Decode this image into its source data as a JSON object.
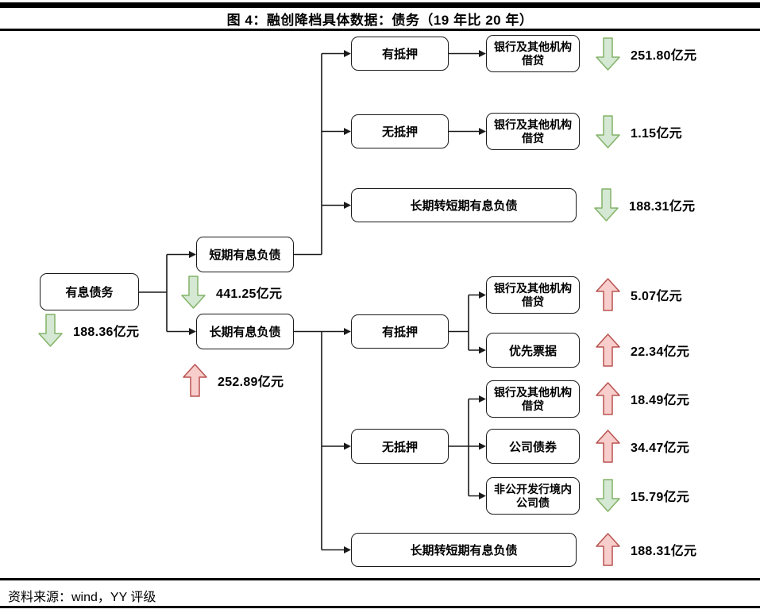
{
  "figure": {
    "title": "图 4：融创降档具体数据：债务（19 年比 20 年）",
    "source_note": "资料来源：wind，YY 评级"
  },
  "colors": {
    "increase_fill": "#f8cecc",
    "increase_stroke": "#b85450",
    "decrease_fill": "#d5e8d4",
    "decrease_stroke": "#82b366",
    "box_border": "#1a1a1a",
    "rule": "#000000"
  },
  "diagram": {
    "root": {
      "label": "有息债务",
      "direction": "down",
      "change": "188.36亿元"
    },
    "short_term": {
      "label": "短期有息负债",
      "direction": "down",
      "change": "441.25亿元"
    },
    "short_secured": {
      "label": "有抵押"
    },
    "short_secured_bank": {
      "label": "银行及其他机构借贷",
      "direction": "down",
      "change": "251.80亿元"
    },
    "short_unsecured": {
      "label": "无抵押"
    },
    "short_unsecured_bank": {
      "label": "银行及其他机构借贷",
      "direction": "down",
      "change": "1.15亿元"
    },
    "short_lt_to_st": {
      "label": "长期转短期有息负债",
      "direction": "down",
      "change": "188.31亿元"
    },
    "long_term": {
      "label": "长期有息负债",
      "direction": "up",
      "change": "252.89亿元"
    },
    "long_secured": {
      "label": "有抵押"
    },
    "long_secured_bank": {
      "label": "银行及其他机构借贷",
      "direction": "up",
      "change": "5.07亿元"
    },
    "long_secured_senior_notes": {
      "label": "优先票据",
      "direction": "up",
      "change": "22.34亿元"
    },
    "long_unsecured": {
      "label": "无抵押"
    },
    "long_unsecured_bank": {
      "label": "银行及其他机构借贷",
      "direction": "up",
      "change": "18.49亿元"
    },
    "long_unsecured_corp_bond": {
      "label": "公司债券",
      "direction": "up",
      "change": "34.47亿元"
    },
    "long_unsecured_private_bond": {
      "label": "非公开发行境内公司债",
      "direction": "down",
      "change": "15.79亿元"
    },
    "long_lt_to_st": {
      "label": "长期转短期有息负债",
      "direction": "up",
      "change": "188.31亿元"
    }
  },
  "structure": {
    "root": [
      "short_term",
      "long_term"
    ],
    "short_term": [
      "short_secured",
      "short_unsecured",
      "short_lt_to_st"
    ],
    "short_secured": [
      "short_secured_bank"
    ],
    "short_unsecured": [
      "short_unsecured_bank"
    ],
    "long_term": [
      "long_secured",
      "long_unsecured",
      "long_lt_to_st"
    ],
    "long_secured": [
      "long_secured_bank",
      "long_secured_senior_notes"
    ],
    "long_unsecured": [
      "long_unsecured_bank",
      "long_unsecured_corp_bond",
      "long_unsecured_private_bond"
    ]
  }
}
